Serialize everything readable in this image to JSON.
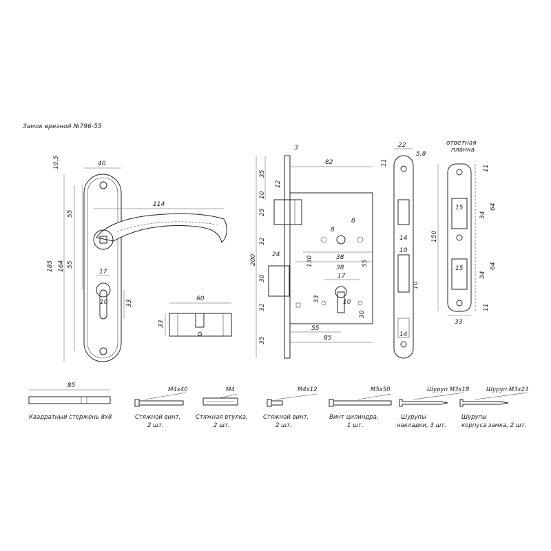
{
  "title": "Замок врезной №796-55",
  "handle_plate": {
    "dims": [
      "10,5",
      "40",
      "114",
      "55",
      "164",
      "185",
      "55",
      "17",
      "10",
      "33"
    ]
  },
  "cylinder": {
    "dims": [
      "60",
      "33"
    ]
  },
  "lock_body": {
    "dims": [
      "3",
      "82",
      "35",
      "10",
      "12",
      "25",
      "32",
      "200",
      "24",
      "30",
      "130",
      "8",
      "8",
      "38",
      "38",
      "55",
      "17",
      "33",
      "32",
      "30",
      "10",
      "55",
      "35",
      "85"
    ]
  },
  "faceplate": {
    "dims": [
      "22",
      "5,8",
      "11",
      "14",
      "10",
      "14",
      "10"
    ]
  },
  "strike_plate": {
    "label_line1": "ответная",
    "label_line2": "планка",
    "dims": [
      "11",
      "150",
      "15",
      "34",
      "64",
      "15",
      "34",
      "64",
      "11",
      "33"
    ]
  },
  "parts": [
    {
      "dim": "85",
      "label_line1": "Квадратный стержень 8х8",
      "label_line2": ""
    },
    {
      "dim": "M4х40",
      "label_line1": "Стяжной винт,",
      "label_line2": "2 шт."
    },
    {
      "dim": "M4",
      "label_line1": "Стяжная втулка,",
      "label_line2": "2 шт."
    },
    {
      "dim": "M4х12",
      "label_line1": "Стяжной винт,",
      "label_line2": "2 шт."
    },
    {
      "dim": "M5х50",
      "label_line1": "Винт цилиндра,",
      "label_line2": "1 шт."
    },
    {
      "dim": "Шуруп М3х18",
      "label_line1": "Шурупы",
      "label_line2": "накладки, 3 шт."
    },
    {
      "dim": "Шуруп М3х23",
      "label_line1": "Шурупы",
      "label_line2": "корпуса замка, 2 шт."
    }
  ]
}
